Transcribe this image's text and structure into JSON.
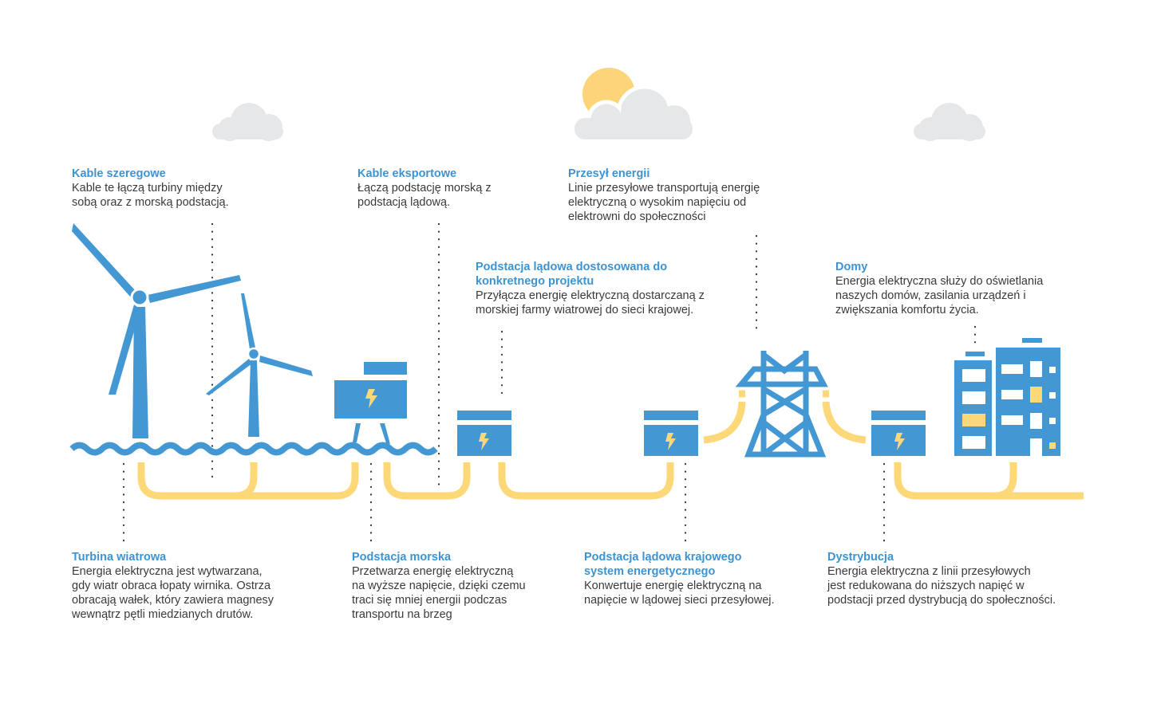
{
  "colors": {
    "blue": "#4398d4",
    "yellow": "#fdd878",
    "cloud": "#e6e7e8",
    "sun": "#fbd577",
    "heading": "#3d93d1"
  },
  "labels": {
    "kable_szeregowe": {
      "title": "Kable szeregowe",
      "text": "Kable te łączą turbiny między\nsobą oraz z morską podstacją."
    },
    "kable_eksportowe": {
      "title": "Kable eksportowe",
      "text": "Łączą podstację morską z\npodstacją lądową."
    },
    "przesyl_energii": {
      "title": "Przesył energii",
      "text": "Linie przesyłowe transportują energię\nelektryczną o wysokim napięciu od\nelektrowni do społeczności"
    },
    "podstacja_projektu": {
      "title": "Podstacja lądowa dostosowana do\nkonkretnego projektu",
      "text": "Przyłącza energię elektryczną dostarczaną z\nmorskiej farmy wiatrowej do sieci krajowej."
    },
    "domy": {
      "title": "Domy",
      "text": "Energia elektryczna służy do oświetlania\nnaszych domów, zasilania urządzeń i\nzwiększania komfortu życia."
    },
    "turbina": {
      "title": "Turbina wiatrowa",
      "text": "Energia elektryczna jest wytwarzana,\ngdy wiatr obraca łopaty wirnika. Ostrza\nobracają wałek, który zawiera magnesy\nwewnątrz pętli miedzianych drutów."
    },
    "podstacja_morska": {
      "title": "Podstacja morska",
      "text": "Przetwarza energię elektryczną\nna wyższe napięcie, dzięki czemu\ntraci się mniej energii podczas\ntransportu na brzeg"
    },
    "podstacja_krajowa": {
      "title": "Podstacja lądowa krajowego\nsystem energetycznego",
      "text": "Konwertuje energię elektryczną na\nnapięcie w lądowej sieci przesyłowej."
    },
    "dystrybucja": {
      "title": "Dystrybucja",
      "text": "Energia elektryczna z linii przesyłowych\njest redukowana do niższych napięć w\npodstacji przed dystrybucją do społeczności."
    }
  }
}
